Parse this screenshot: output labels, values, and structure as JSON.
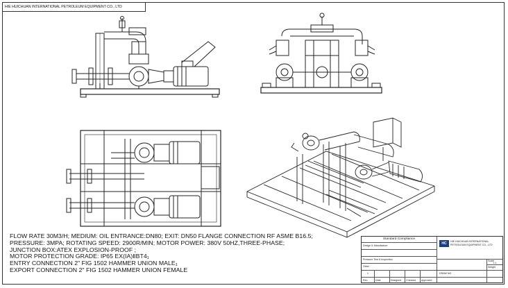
{
  "header": {
    "company": "HIE HUICHUAN INTERNATIONAL PETROLEUM EQUIPMENT CO., LTD"
  },
  "specs": [
    "FLOW RATE 30M3/H; MEDIUM: OIL ENTRANCE:DN80; EXIT: DN50 FLANGE CONNECTION RF ASME B16.5;",
    "PRESSURE: 3MPA;  ROTATING SPEED: 2900R/MIN; MOTOR POWER: 380V 50HZ,THREE-PHASE;",
    "JUNCTION BOX:ATEX EXPLOSION-PROOF ;",
    "MOTOR PROTECTION GRADE: IP65 EX(IA)ⅡBT4₁",
    "ENTRY CONNECTION  2\" FIG 1502 HAMMER UNION MALE₁",
    "EXPORT CONNECTION 2\" FIG 1502 HAMMER UNION FEMALE"
  ],
  "title_block": {
    "standard": "Standard Compliance",
    "design_manufacture": "Design & Manufacture",
    "company_line1": "HIE HUICHUAN INTERNATIONAL",
    "company_line2": "PETROLEUM EQUIPMENT CO., LTD",
    "logo_text": "HC",
    "pressure_test": "Pressure Test & Inspection",
    "other": "Other",
    "scale_label": "Scale",
    "scale_value": "1:1",
    "weight_label": "Weight",
    "draw_no": "DRAW NO.",
    "rev": "Rev.",
    "date": "Date",
    "designed": "Designed",
    "checked": "Checked",
    "approved": "Approved",
    "rev_value": "1"
  }
}
